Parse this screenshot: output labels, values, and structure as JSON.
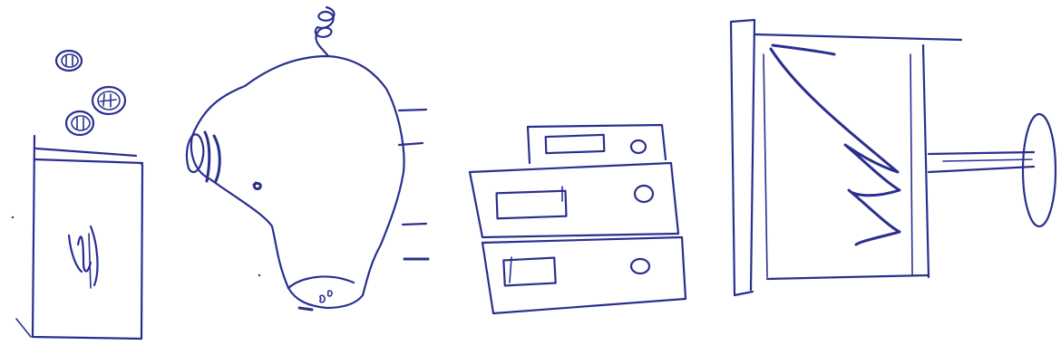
{
  "drawing": {
    "kind": "hand-drawn ink sketch",
    "items": [
      "coin-jar",
      "piggy-bank",
      "filing-cabinet",
      "chart-monitor"
    ]
  },
  "colors": {
    "background": "#ffffff",
    "ink": "#2a2f8f",
    "ink_light": "#4a50a8"
  }
}
